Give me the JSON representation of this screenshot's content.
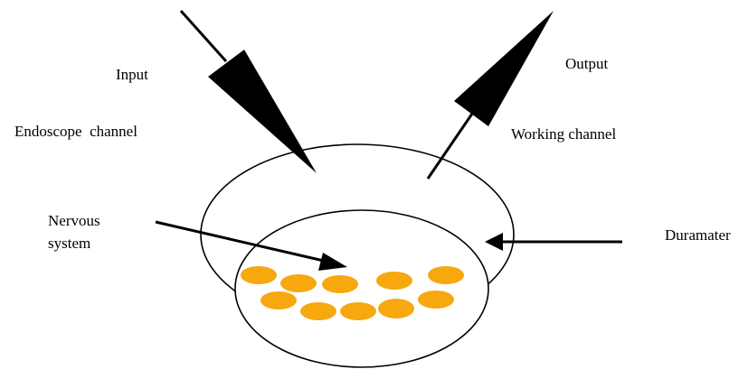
{
  "labels": {
    "input": "Input",
    "endoscope_channel": "Endoscope  channel",
    "output": "Output",
    "working_channel": "Working channel",
    "nervous_line1": "Nervous",
    "nervous_line2": "system",
    "duramater": "Duramater"
  },
  "colors": {
    "line": "#000000",
    "background": "#ffffff",
    "cells": "#f7a80f"
  }
}
